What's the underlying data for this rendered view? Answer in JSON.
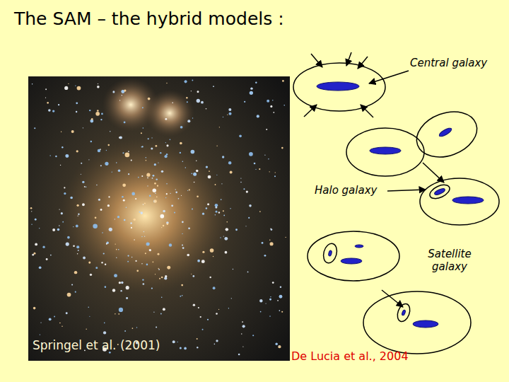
{
  "diagram": {
    "title": "The SAM – the hybrid models :",
    "labels": [
      "Central galaxy",
      "Halo galaxy",
      "Satellite galaxy",
      "Springel et al. (2001)",
      "De Lucia et al., 2004"
    ]
  }
}
